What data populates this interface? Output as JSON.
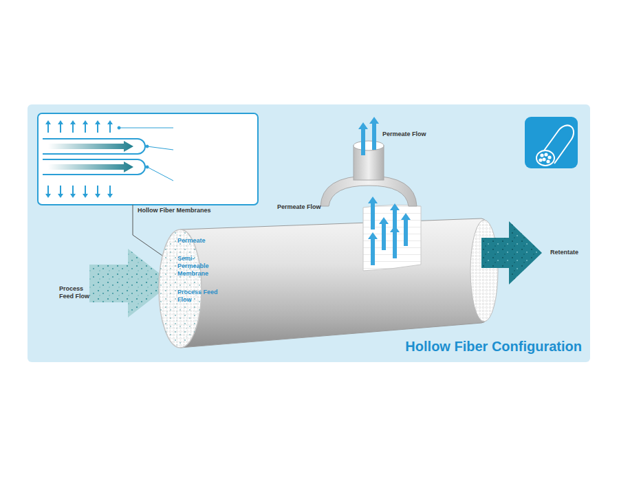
{
  "diagram": {
    "title": "Hollow Fiber Configuration",
    "nodes": [
      {
        "text": [
          "Permeate",
          "Semi-Permeable Membrane",
          "Process Feed Flow"
        ]
      }
    ],
    "labels": [
      "Hollow Fiber Membranes",
      "Permeate Flow",
      "Permeate Flow",
      "Process Feed Flow",
      "Retentate"
    ]
  }
}
